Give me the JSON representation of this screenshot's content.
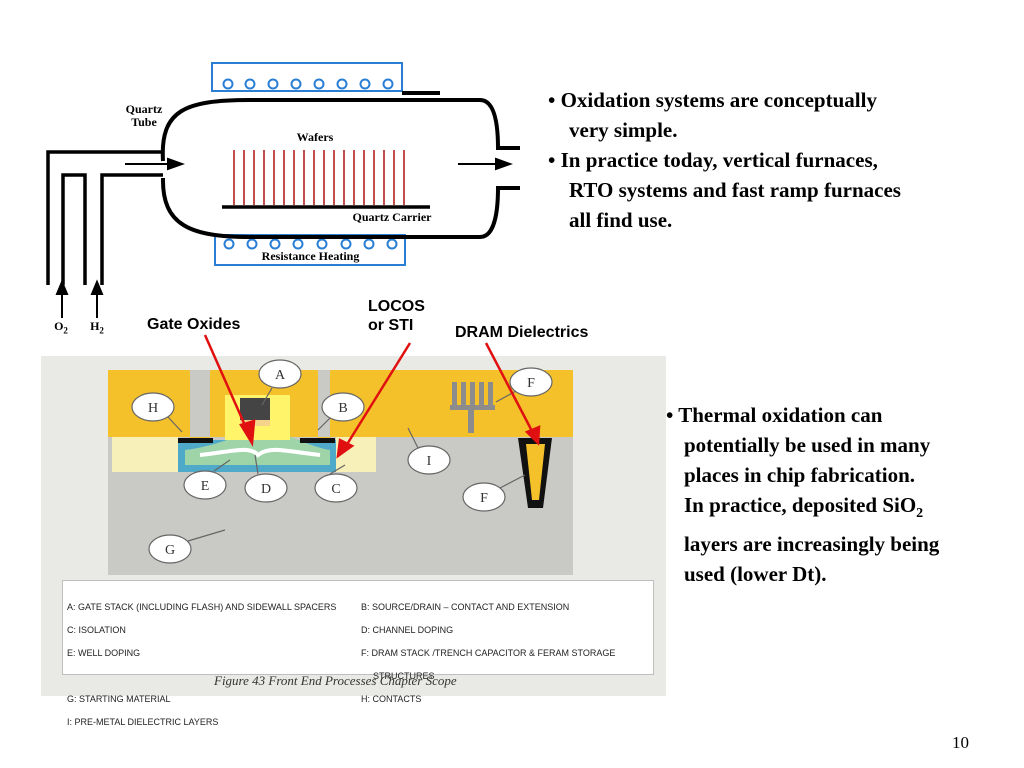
{
  "furnace": {
    "quartz_tube_label": "Quartz\nTube",
    "wafers_label": "Wafers",
    "quartz_carrier_label": "Quartz Carrier",
    "resistance_heating_label": "Resistance Heating",
    "gas_inlets": [
      {
        "symbol": "O",
        "subscript": "2"
      },
      {
        "symbol": "H",
        "subscript": "2"
      }
    ]
  },
  "bullets_top": [
    {
      "lines": [
        "• Oxidation systems are conceptually",
        "very simple."
      ]
    },
    {
      "lines": [
        "• In practice today, vertical furnaces,",
        "RTO systems and fast ramp furnaces",
        "all find use."
      ]
    }
  ],
  "callouts": {
    "gate_oxides": "Gate Oxides",
    "locos_line1": "LOCOS",
    "locos_line2": "or STI",
    "dram_dielectrics": "DRAM Dielectrics"
  },
  "bullet_bottom": {
    "line1": "• Thermal oxidation can",
    "line2": "potentially be used in many",
    "line3": "places in chip fabrication.",
    "line4_prefix": "In practice, deposited SiO",
    "line4_sub": "2",
    "line5": "layers are increasingly being",
    "line6": "used (lower Dt)."
  },
  "figure": {
    "bubbles": [
      "A",
      "B",
      "C",
      "D",
      "E",
      "F",
      "F",
      "G",
      "H",
      "I"
    ],
    "legend_left": [
      "A: Gate Stack (including Flash) and sidewall spacers",
      "C: Isolation",
      "E: Well Doping",
      "",
      "G: Starting Material",
      "I: Pre-metal Dielectric Layers"
    ],
    "legend_right": [
      "B: Source/Drain – Contact and Extension",
      "D: Channel Doping",
      "F: DRAM Stack /Trench Capacitor & FeRAM storage",
      "    structures",
      "H: Contacts"
    ],
    "caption": "Figure 43    Front End Processes Chapter Scope"
  },
  "colors": {
    "heater_blue": "#2a7fd4",
    "wafer_red": "#b22222",
    "callout_arrow": "#e01010",
    "oxide_yellow": "#f5c12a",
    "substrate_gray": "#c9c9c6"
  },
  "page_number": "10"
}
